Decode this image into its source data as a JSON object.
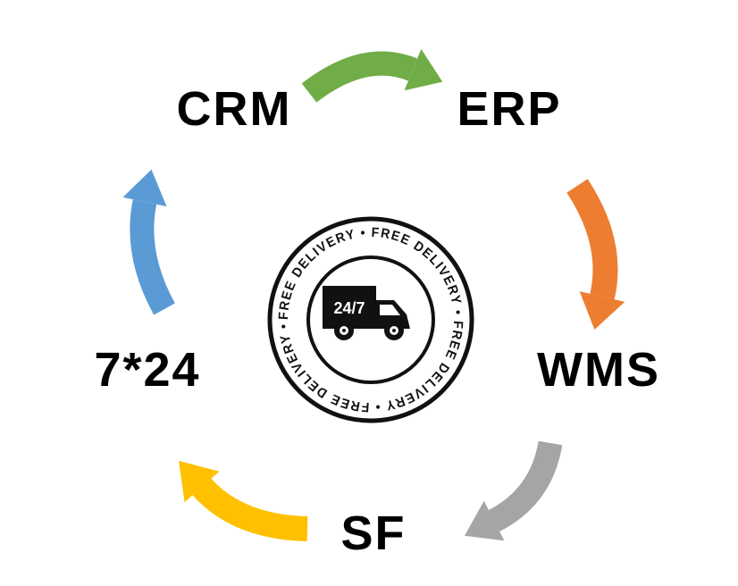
{
  "cycle": {
    "nodes": [
      {
        "label": "CRM"
      },
      {
        "label": "ERP"
      },
      {
        "label": "WMS"
      },
      {
        "label": "SF"
      },
      {
        "label": "7*24"
      }
    ]
  },
  "badge": {
    "ring_text": "FREE DELIVERY • FREE DELIVERY • FREE DELIVERY • FREE DELIVERY •",
    "truck_label": "24/7"
  },
  "colors": {
    "arrow_green": "#70AD47",
    "arrow_orange": "#ED7D31",
    "arrow_gray": "#A5A5A5",
    "arrow_yellow": "#FFC000",
    "arrow_blue": "#5B9BD5",
    "badge_ink": "#111111",
    "background": "#FFFFFF"
  }
}
